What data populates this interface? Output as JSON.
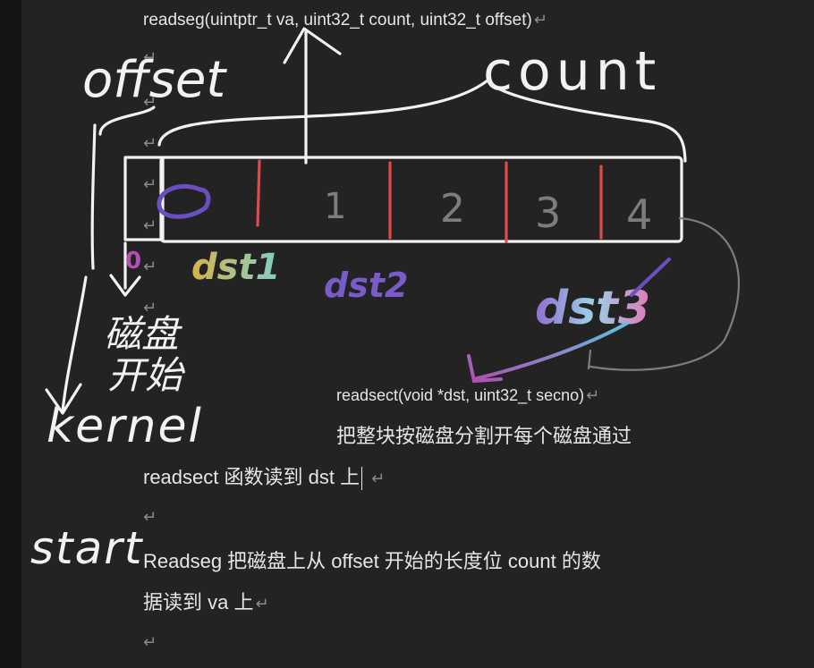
{
  "doc": {
    "lines": {
      "readseg_sig": "readseg(uintptr_t va, uint32_t count, uint32_t offset)",
      "readsect_sig": "readsect(void *dst, uint32_t secno)",
      "cn_line1": "把整块按磁盘分割开每个磁盘通过",
      "cn_line2": "readsect 函数读到 dst 上",
      "cn_line3": "Readseg 把磁盘上从 offset 开始的长度位 count 的数",
      "cn_line4": "据读到 va 上"
    },
    "paragraph_mark": "↵"
  },
  "annotations": {
    "offset": "offset",
    "count": "count",
    "kernel": "kernel",
    "start": "start",
    "disk_start_line1": "磁盘",
    "disk_start_line2": "开始",
    "dst1": "dst1",
    "dst2": "dst2",
    "dst3": "dst3",
    "zero_mark": "0",
    "cells": [
      "0",
      "1",
      "2",
      "3",
      "4"
    ]
  },
  "colors": {
    "background": "#232323",
    "text": "#e6e6e6",
    "ink": "#f2f2f2",
    "divider": "#e04a4a",
    "dst1": "#7fd0c8",
    "dst2": "#7a5cc8",
    "dst3": "#9ad0e6",
    "cell0": "#6a4fc0"
  }
}
